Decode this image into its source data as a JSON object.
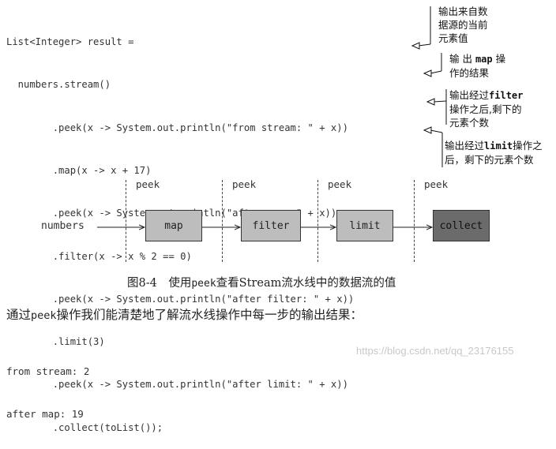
{
  "code": {
    "lines": [
      "List<Integer> result =",
      "  numbers.stream()",
      "        .peek(x -> System.out.println(\"from stream: \" + x))",
      "        .map(x -> x + 17)",
      "        .peek(x -> System.out.println(\"after map: \" + x))",
      "        .filter(x -> x % 2 == 0)",
      "        .peek(x -> System.out.println(\"after filter: \" + x))",
      "        .limit(3)",
      "        .peek(x -> System.out.println(\"after limit: \" + x))",
      "        .collect(toList());"
    ]
  },
  "callouts": [
    {
      "lines": [
        "输出来自数",
        "据源的当前",
        "元素值"
      ]
    },
    {
      "l1_pre": "输 出 ",
      "l1_code": "map",
      "l1_post": " 操",
      "l2": "作的结果"
    },
    {
      "l1_pre": "输出经过",
      "l1_code": "filter",
      "l2": "操作之后,剩下的",
      "l3": "元素个数"
    },
    {
      "l1_pre": "输出经过",
      "l1_code": "limit",
      "l1_post": "操作之",
      "l2": "后，剩下的元素个数"
    }
  ],
  "diagram": {
    "source": "numbers",
    "peek_labels": [
      "peek",
      "peek",
      "peek",
      "peek"
    ],
    "boxes": [
      "map",
      "filter",
      "limit",
      "collect"
    ]
  },
  "caption": {
    "pre": "图8-4　使用",
    "code": "peek",
    "post": "查看Stream流水线中的数据流的值"
  },
  "paragraph": {
    "pre": "通过",
    "code": "peek",
    "post": "操作我们能清楚地了解流水线操作中每一步的输出结果："
  },
  "output": {
    "lines": [
      "from stream: 2",
      "after map: 19"
    ]
  },
  "watermark": "https://blog.csdn.net/qq_23176155"
}
